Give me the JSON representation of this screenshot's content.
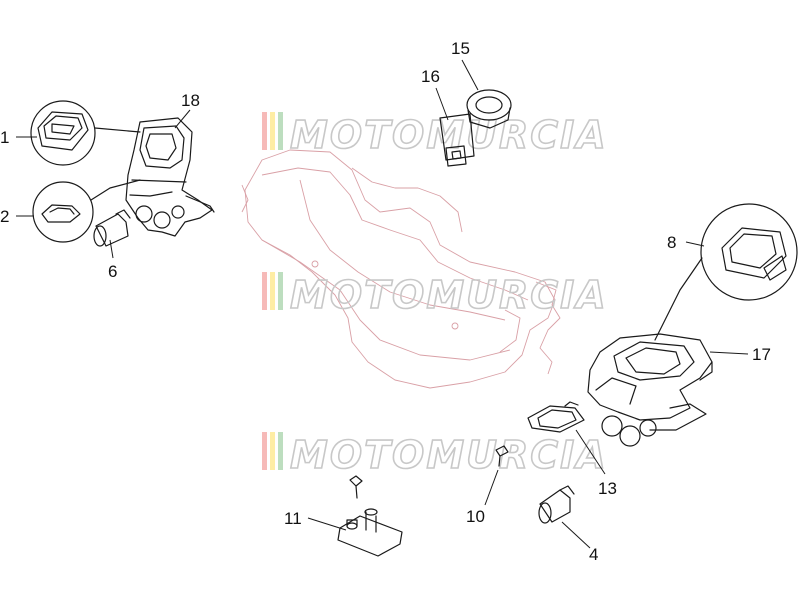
{
  "watermark": {
    "text": "MOTOMURCIA",
    "colors": [
      "#e53935",
      "#fdd835",
      "#43a047"
    ]
  },
  "callouts": [
    {
      "id": "1",
      "text": "1"
    },
    {
      "id": "2",
      "text": "2"
    },
    {
      "id": "4",
      "text": "4"
    },
    {
      "id": "6",
      "text": "6"
    },
    {
      "id": "8",
      "text": "8"
    },
    {
      "id": "10",
      "text": "10"
    },
    {
      "id": "11",
      "text": "11"
    },
    {
      "id": "13",
      "text": "13"
    },
    {
      "id": "15",
      "text": "15"
    },
    {
      "id": "16",
      "text": "16"
    },
    {
      "id": "17",
      "text": "17"
    },
    {
      "id": "18",
      "text": "18"
    }
  ]
}
